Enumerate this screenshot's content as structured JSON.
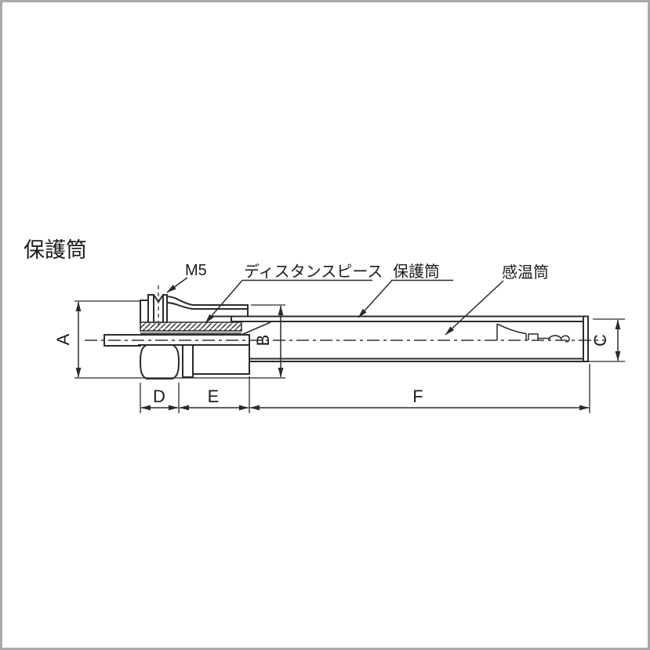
{
  "title": "保護筒",
  "diagram": {
    "annotations": {
      "m5": "M5",
      "distance_piece": "ディスタンスピース",
      "protection_tube": "保護筒",
      "sensing_tube": "感温筒"
    },
    "dimensions": {
      "a": "A",
      "b": "B",
      "c": "C",
      "d": "D",
      "e": "E",
      "f": "F"
    }
  },
  "colors": {
    "line": "#2b2b2b",
    "background": "#ffffff",
    "frame": "#a9a9a9"
  }
}
